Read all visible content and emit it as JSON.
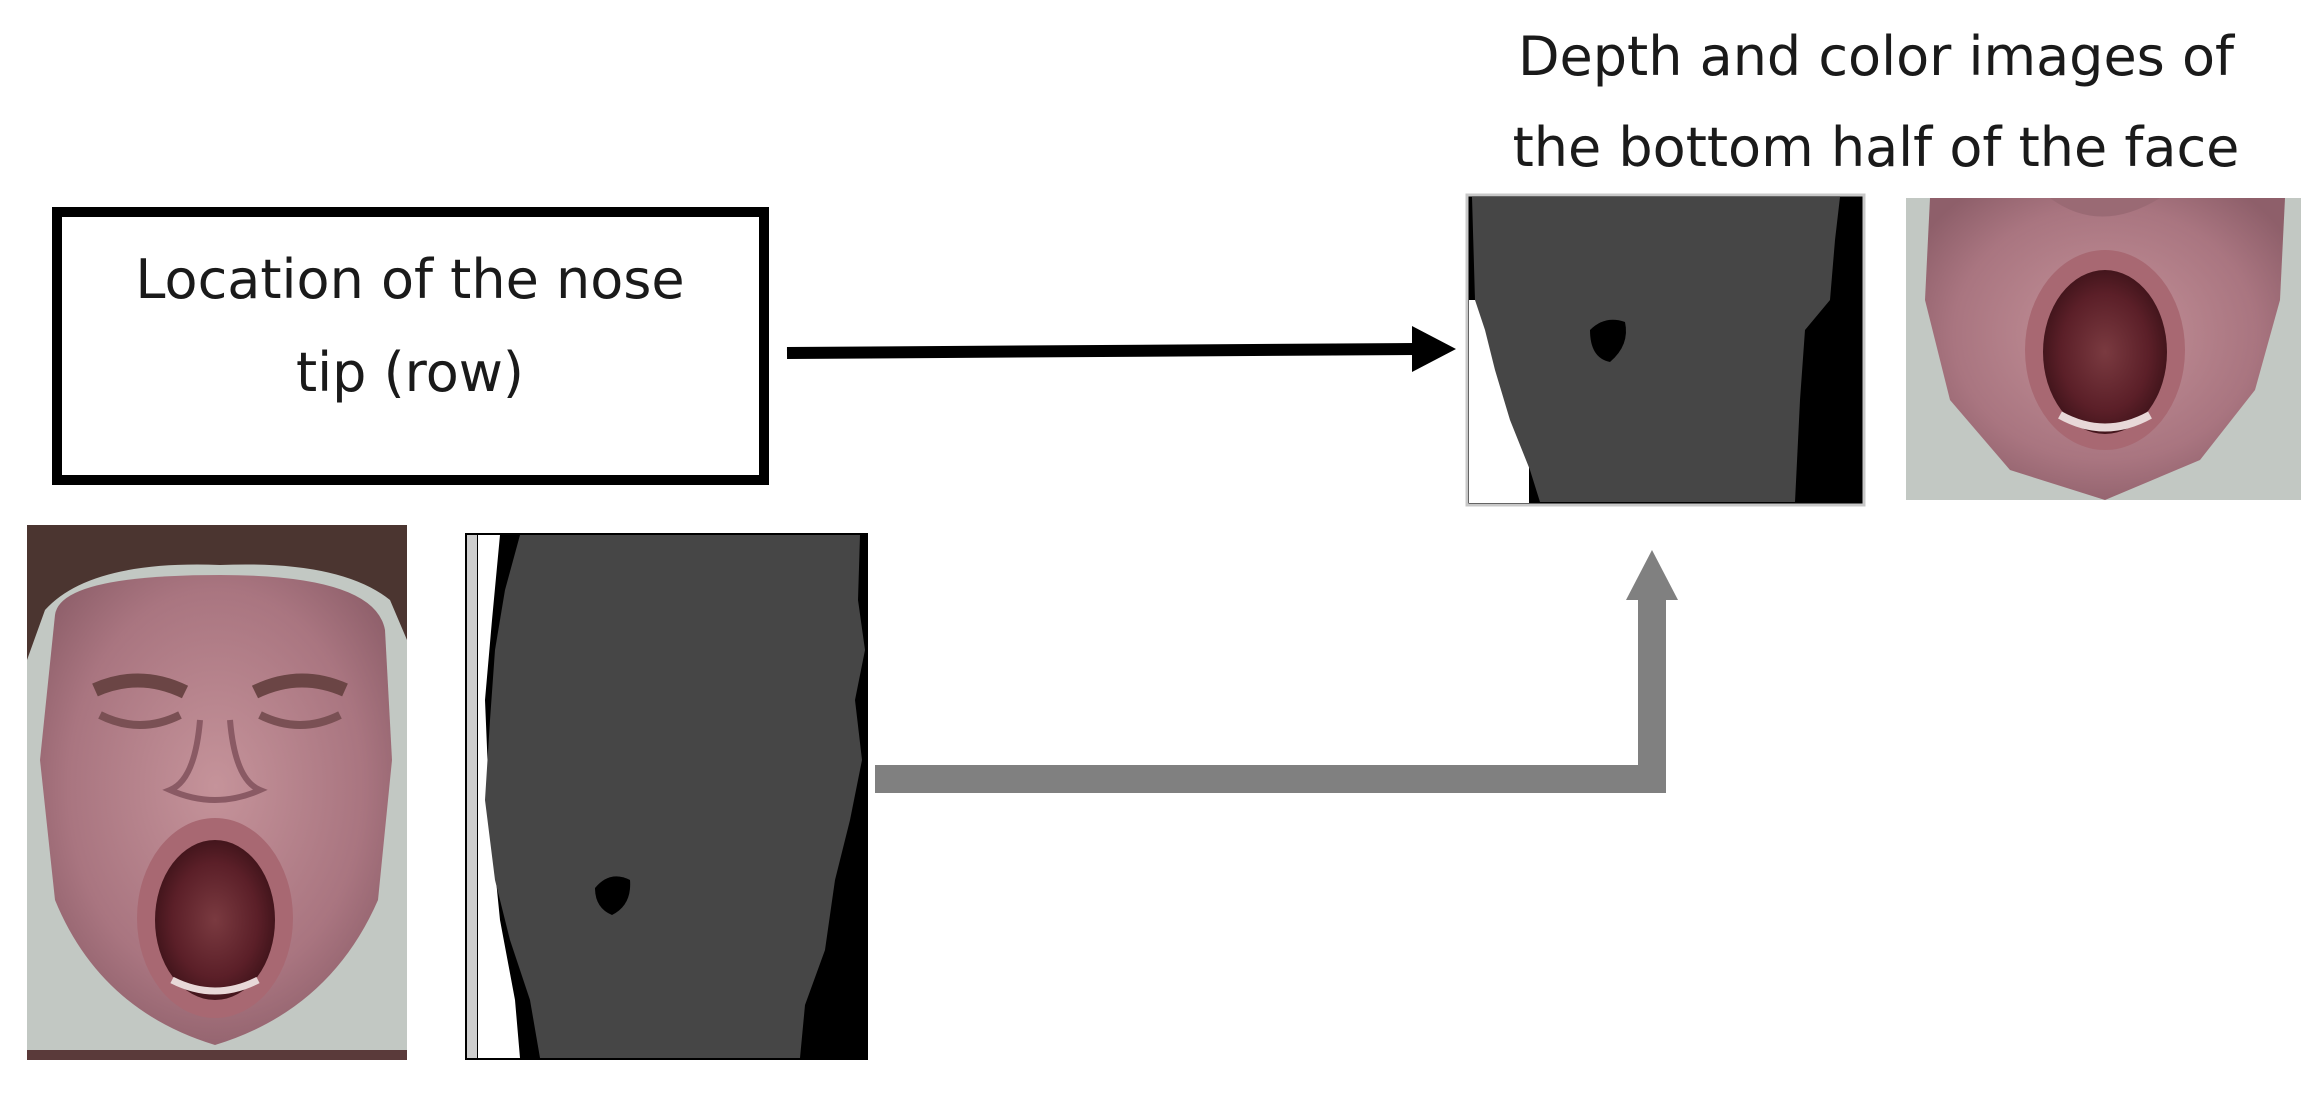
{
  "nose_box": {
    "line1": "Location of the nose",
    "line2": "tip (row)"
  },
  "crop_caption": {
    "line1": "Depth and color images of",
    "line2": "the bottom half of the face"
  },
  "arrows": {
    "nose_to_crop_color": "#000000",
    "depth_to_crop_color": "#808080"
  },
  "colors": {
    "depth_face": "#464646",
    "depth_background": "#000000",
    "depth_void": "#ffffff",
    "skin": "#b07d86",
    "hair": "#4b3530",
    "backdrop": "#c2c8c3",
    "mouth": "#5b1f28"
  }
}
